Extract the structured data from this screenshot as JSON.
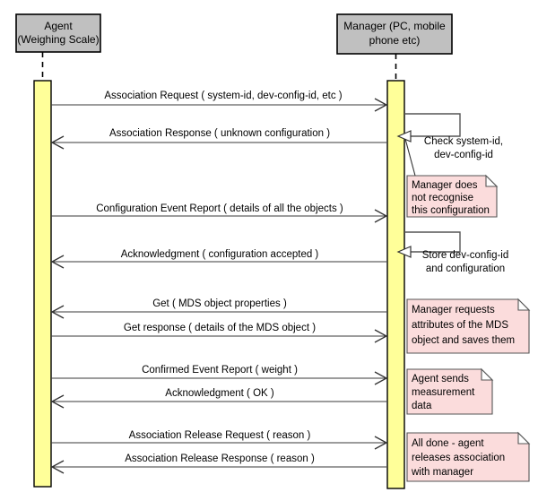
{
  "diagram": {
    "title": "IEEE 11073 Agent-Manager association sequence",
    "type": "uml-sequence-diagram",
    "colors": {
      "lifeline_head_fill": "#c0c0c0",
      "activation_fill": "#ffff99",
      "note_fill": "#fbdcdc",
      "line": "#555555",
      "text": "#000000"
    },
    "participants": [
      {
        "id": "agent",
        "label_line1": "Agent",
        "label_line2": "(Weighing Scale)"
      },
      {
        "id": "manager",
        "label_line1": "Manager (PC, mobile",
        "label_line2": "phone etc)"
      }
    ],
    "messages": [
      {
        "id": "m1",
        "label": "Association Request ( system-id, dev-config-id, etc )",
        "from": "agent",
        "to": "manager",
        "direction": "right"
      },
      {
        "id": "m2",
        "label": "Association Response ( unknown configuration )",
        "from": "manager",
        "to": "agent",
        "direction": "left"
      },
      {
        "id": "m3",
        "label": "Configuration Event Report ( details of all the objects )",
        "from": "agent",
        "to": "manager",
        "direction": "right"
      },
      {
        "id": "m4",
        "label": "Acknowledgment ( configuration accepted )",
        "from": "manager",
        "to": "agent",
        "direction": "left"
      },
      {
        "id": "m5",
        "label": "Get ( MDS object properties )",
        "from": "manager",
        "to": "agent",
        "direction": "left"
      },
      {
        "id": "m6",
        "label": "Get response ( details of the MDS object )",
        "from": "agent",
        "to": "manager",
        "direction": "right"
      },
      {
        "id": "m7",
        "label": "Confirmed Event Report ( weight )",
        "from": "agent",
        "to": "manager",
        "direction": "right"
      },
      {
        "id": "m8",
        "label": "Acknowledgment ( OK )",
        "from": "manager",
        "to": "agent",
        "direction": "left"
      },
      {
        "id": "m9",
        "label": "Association Release Request ( reason )",
        "from": "agent",
        "to": "manager",
        "direction": "right"
      },
      {
        "id": "m10",
        "label": "Association Release Response ( reason )",
        "from": "manager",
        "to": "agent",
        "direction": "left"
      }
    ],
    "self_messages": [
      {
        "id": "s1",
        "on": "manager",
        "line1": "Check system-id,",
        "line2": "dev-config-id"
      },
      {
        "id": "s2",
        "on": "manager",
        "line1": "Store dev-config-id",
        "line2": "and configuration"
      }
    ],
    "notes": [
      {
        "id": "n1",
        "lines": [
          "Manager does",
          "not recognise",
          "this configuration"
        ]
      },
      {
        "id": "n2",
        "lines": [
          "Manager requests",
          "attributes of the MDS",
          "object and saves them"
        ]
      },
      {
        "id": "n3",
        "lines": [
          "Agent sends",
          "measurement",
          "data"
        ]
      },
      {
        "id": "n4",
        "lines": [
          "All done - agent",
          "releases association",
          "with manager"
        ]
      }
    ]
  }
}
